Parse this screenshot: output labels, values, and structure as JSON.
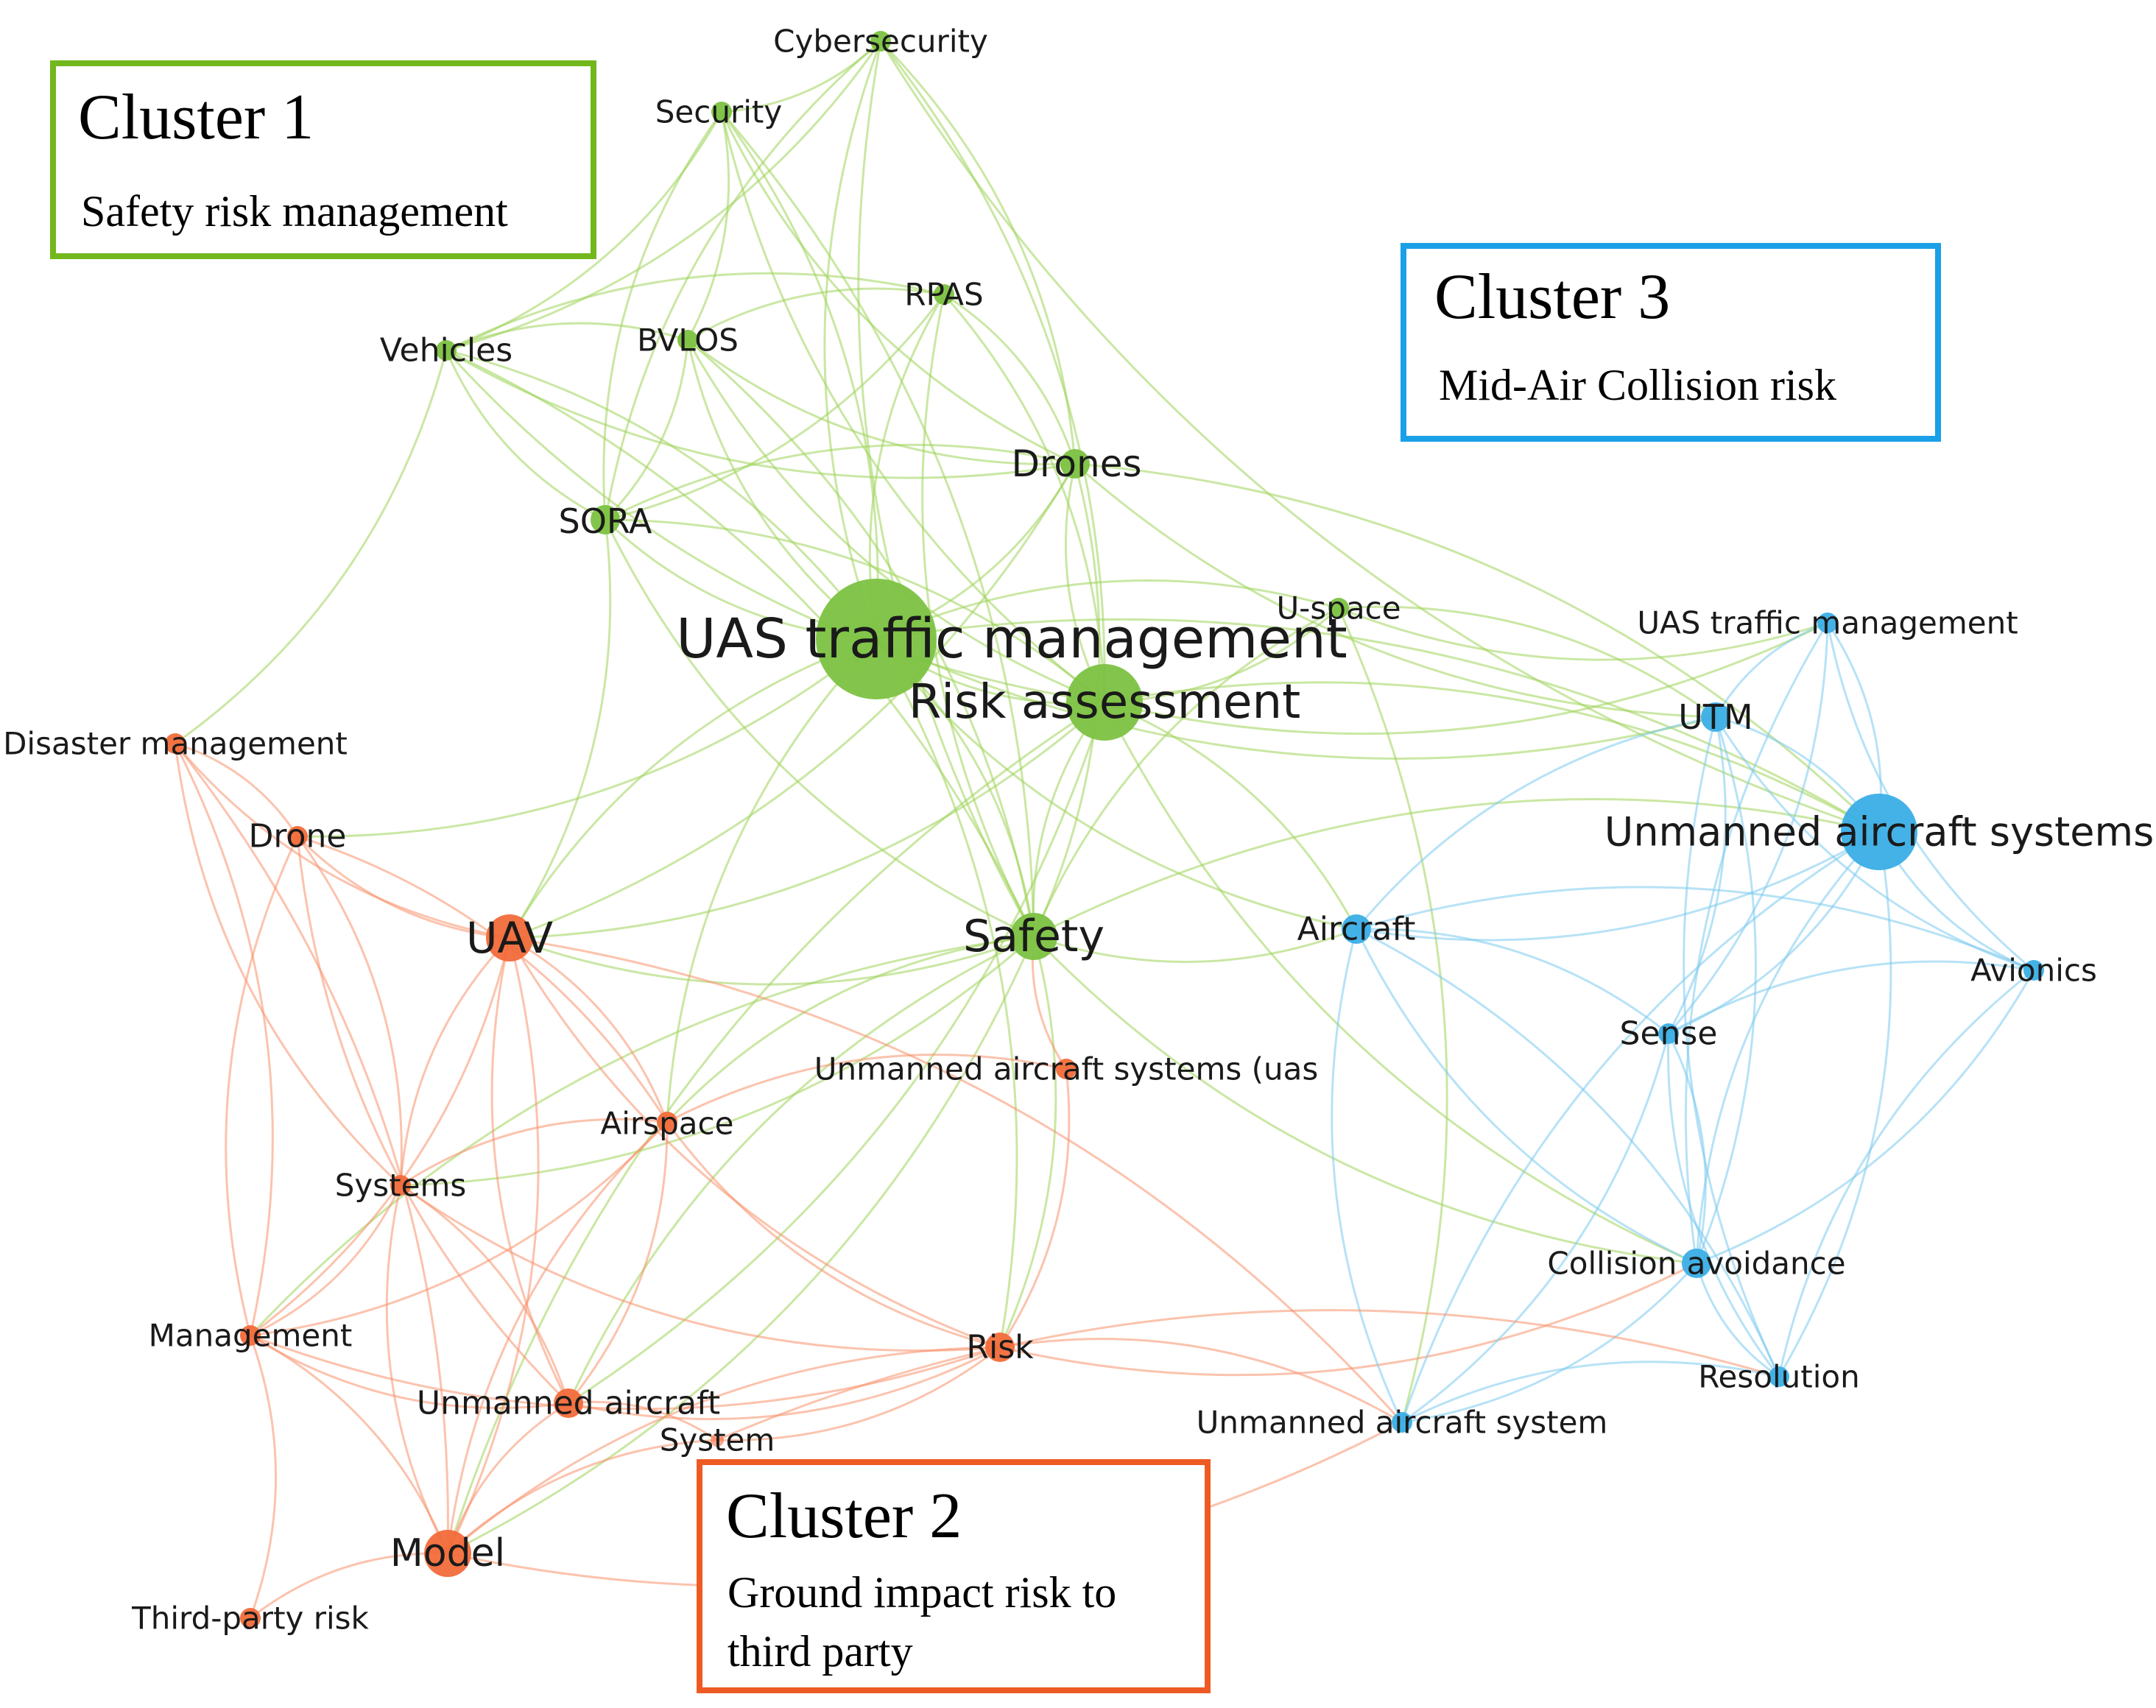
{
  "colors": {
    "cluster1": "#7cc242",
    "cluster2": "#f26b3a",
    "cluster3": "#3aaee6",
    "edge1": "#9fd35a",
    "edge2": "#f7926b",
    "edge3": "#7ccbef",
    "box1": "#72b81d",
    "box2": "#ee5a24",
    "box3": "#1aa0e6"
  },
  "clusters": [
    {
      "id": "c1",
      "title": "Cluster 1",
      "subtitle_lines": [
        "Safety risk management"
      ]
    },
    {
      "id": "c2",
      "title": "Cluster 2",
      "subtitle_lines": [
        "Ground impact risk to",
        "third party"
      ]
    },
    {
      "id": "c3",
      "title": "Cluster 3",
      "subtitle_lines": [
        "Mid-Air Collision risk"
      ]
    }
  ],
  "nodes": [
    {
      "id": "cyber",
      "label": "Cybersecurity",
      "cluster": 1,
      "weight": 1
    },
    {
      "id": "security",
      "label": "Security",
      "cluster": 1,
      "weight": 1
    },
    {
      "id": "rpas",
      "label": "RPAS",
      "cluster": 1,
      "weight": 1
    },
    {
      "id": "vehicles",
      "label": "Vehicles",
      "cluster": 1,
      "weight": 1
    },
    {
      "id": "bvlos",
      "label": "BVLOS",
      "cluster": 1,
      "weight": 1
    },
    {
      "id": "drones",
      "label": "Drones",
      "cluster": 1,
      "weight": 2
    },
    {
      "id": "sora",
      "label": "SORA",
      "cluster": 1,
      "weight": 2
    },
    {
      "id": "utm_main",
      "label": "UAS traffic management",
      "cluster": 1,
      "weight": 5
    },
    {
      "id": "riskassess",
      "label": "Risk assessment",
      "cluster": 1,
      "weight": 4
    },
    {
      "id": "uspace",
      "label": "U-space",
      "cluster": 1,
      "weight": 1
    },
    {
      "id": "safety",
      "label": "Safety",
      "cluster": 1,
      "weight": 3
    },
    {
      "id": "disaster",
      "label": "Disaster management",
      "cluster": 2,
      "weight": 1
    },
    {
      "id": "drone",
      "label": "Drone",
      "cluster": 2,
      "weight": 1
    },
    {
      "id": "uav",
      "label": "UAV",
      "cluster": 2,
      "weight": 3
    },
    {
      "id": "uasys_uas",
      "label": "Unmanned aircraft systems (uas",
      "cluster": 2,
      "weight": 1
    },
    {
      "id": "airspace",
      "label": "Airspace",
      "cluster": 2,
      "weight": 1
    },
    {
      "id": "systems",
      "label": "Systems",
      "cluster": 2,
      "weight": 1
    },
    {
      "id": "management",
      "label": "Management",
      "cluster": 2,
      "weight": 1
    },
    {
      "id": "risk",
      "label": "Risk",
      "cluster": 2,
      "weight": 2
    },
    {
      "id": "ua",
      "label": "Unmanned aircraft",
      "cluster": 2,
      "weight": 2
    },
    {
      "id": "system",
      "label": "System",
      "cluster": 2,
      "weight": 0
    },
    {
      "id": "model",
      "label": "Model",
      "cluster": 2,
      "weight": 3
    },
    {
      "id": "thirdparty",
      "label": "Third-party risk",
      "cluster": 2,
      "weight": 1
    },
    {
      "id": "utm_small",
      "label": "UAS traffic management",
      "cluster": 3,
      "weight": 1
    },
    {
      "id": "utm",
      "label": "UTM",
      "cluster": 3,
      "weight": 2
    },
    {
      "id": "uas_sys",
      "label": "Unmanned aircraft systems",
      "cluster": 3,
      "weight": 4
    },
    {
      "id": "aircraft",
      "label": "Aircraft",
      "cluster": 3,
      "weight": 2
    },
    {
      "id": "avionics",
      "label": "Avionics",
      "cluster": 3,
      "weight": 1
    },
    {
      "id": "sense",
      "label": "Sense",
      "cluster": 3,
      "weight": 1
    },
    {
      "id": "collision",
      "label": "Collision avoidance",
      "cluster": 3,
      "weight": 2
    },
    {
      "id": "resolution",
      "label": "Resolution",
      "cluster": 3,
      "weight": 1
    },
    {
      "id": "ua_system",
      "label": "Unmanned aircraft system",
      "cluster": 3,
      "weight": 1
    }
  ]
}
